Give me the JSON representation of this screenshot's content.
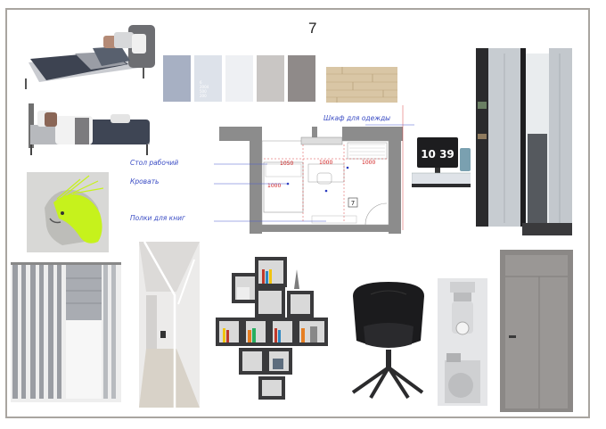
{
  "board": {
    "page_number": "7"
  },
  "palette": {
    "swatches": [
      {
        "color": "#a7b0c3",
        "label": ""
      },
      {
        "color": "#dde2ea",
        "label": "6\n2004\n500\n200"
      },
      {
        "color": "#eef0f3",
        "label": ""
      },
      {
        "color": "#c9c6c4",
        "label": ""
      },
      {
        "color": "#8f8a89",
        "label": ""
      }
    ],
    "wood_color": "#d9c6a5"
  },
  "plan": {
    "labels": {
      "wardrobe": "Шкаф для одежды",
      "desk": "Стол рабочий",
      "bed": "Кровать",
      "book_shelves": "Полки для книг"
    },
    "dimensions": {
      "d1": "1050",
      "d2": "1000",
      "d3": "1000",
      "d4": "1000"
    },
    "room_number": "7"
  },
  "images": {
    "bed_top": "bed-icon",
    "bed_bottom": "bed-icon",
    "bear_art": "bear-artwork-icon",
    "curtains": "curtain-icon",
    "corridor": "corridor-lighting-icon",
    "bookshelf": "bookshelf-icon",
    "chair": "chair-icon",
    "spotlight": "spotlight-icon",
    "door": "door-icon",
    "wardrobe": "wardrobe-icon",
    "desk": "desk-icon"
  },
  "desk_monitor": {
    "clock_text": "10 39"
  },
  "colors": {
    "label_blue": "#3a4cc4",
    "dimension_red": "#d01818",
    "wall_gray": "#8c8c8c",
    "neon_green": "#c8f51a"
  }
}
